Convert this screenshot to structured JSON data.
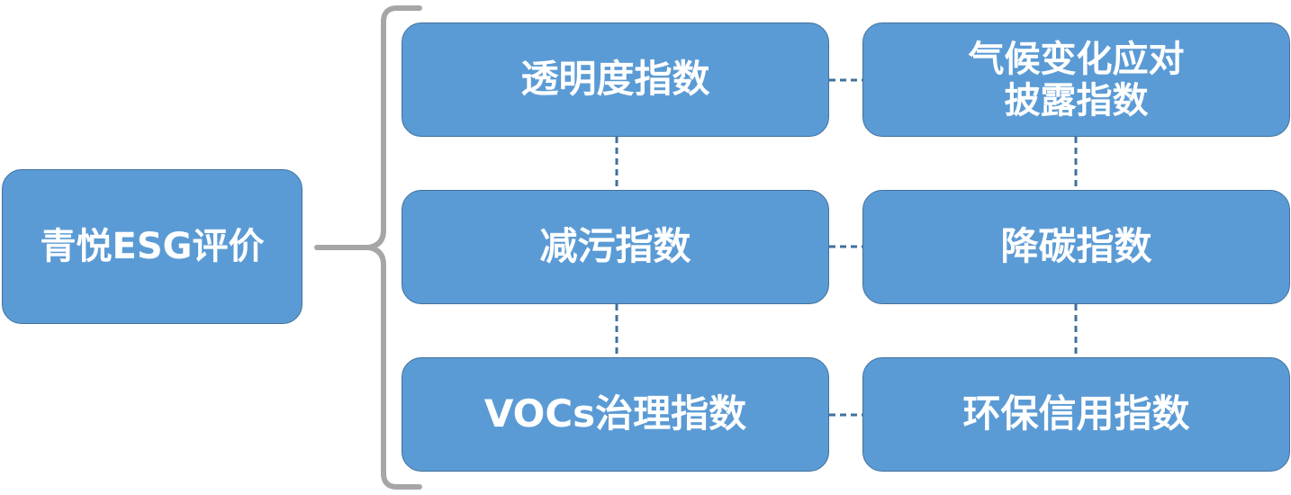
{
  "diagram": {
    "root": {
      "label": "青悦ESG评价"
    },
    "indices": {
      "transparency": "透明度指数",
      "climate_line1": "气候变化应对",
      "climate_line2": "披露指数",
      "pollution_reduction": "减污指数",
      "carbon_reduction": "降碳指数",
      "voc_governance": "VOCs治理指数",
      "environmental_credit": "环保信用指数"
    },
    "colors": {
      "node_fill": "#5b9bd5",
      "node_border": "#41719c",
      "bracket": "#a6a6a6",
      "connector": "#41719c",
      "text": "#ffffff"
    }
  }
}
